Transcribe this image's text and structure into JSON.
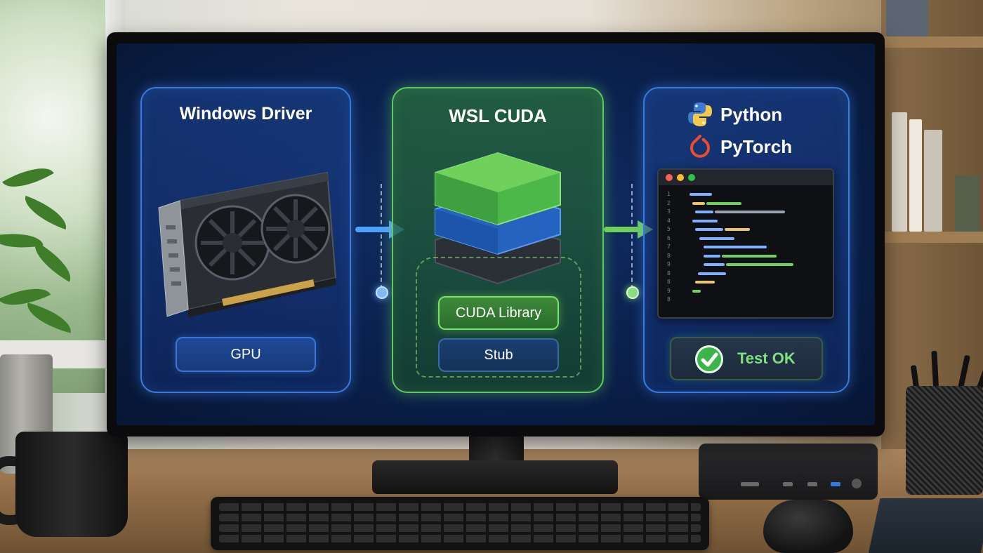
{
  "diagram": {
    "panels": [
      {
        "id": "windows-driver",
        "title": "Windows Driver",
        "label": "GPU"
      },
      {
        "id": "wsl-cuda",
        "title": "WSL  CUDA",
        "labels": [
          "CUDA Library",
          "Stub"
        ]
      },
      {
        "id": "python-pytorch",
        "langs": [
          "Python",
          "PyTorch"
        ],
        "status": "Test OK"
      }
    ],
    "code_line_numbers": [
      "1",
      "2",
      "3",
      "4",
      "5",
      "6",
      "7",
      "8",
      "9",
      "8",
      "8",
      "9",
      "8"
    ]
  },
  "colors": {
    "accent_blue": "#3a7be0",
    "accent_green": "#5fc85f",
    "status_ok": "#3bb54a",
    "python_blue": "#3d7bd1",
    "python_yellow": "#f2c94c",
    "pytorch_orange": "#ee4c2c"
  },
  "icons": [
    "gpu-card-icon",
    "cuda-stack-icon",
    "python-logo-icon",
    "pytorch-logo-icon",
    "checkmark-icon",
    "arrow-right-icon"
  ]
}
